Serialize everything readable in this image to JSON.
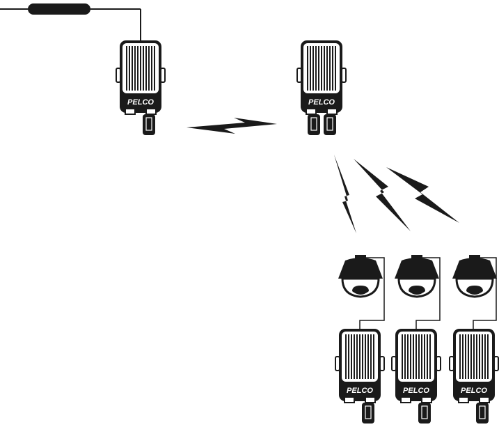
{
  "diagram": {
    "brand": "PELCO",
    "colors": {
      "ink": "#1a1a1a",
      "paper": "#ffffff"
    },
    "nodes": {
      "head_end": {
        "kind": "wireless-transceiver",
        "antennas": 1
      },
      "repeater": {
        "kind": "wireless-transceiver",
        "antennas": 2
      },
      "remotes": [
        {
          "kind": "wireless-transceiver",
          "antennas": 1,
          "camera": "dome-camera"
        },
        {
          "kind": "wireless-transceiver",
          "antennas": 1,
          "camera": "dome-camera"
        },
        {
          "kind": "wireless-transceiver",
          "antennas": 1,
          "camera": "dome-camera"
        }
      ]
    },
    "links": [
      {
        "from": "control-cable-connector",
        "to": "head_end",
        "type": "cable"
      },
      {
        "from": "head_end",
        "to": "repeater",
        "type": "wireless"
      },
      {
        "from": "repeater",
        "to": "remote-1",
        "type": "wireless"
      },
      {
        "from": "repeater",
        "to": "remote-2",
        "type": "wireless"
      },
      {
        "from": "repeater",
        "to": "remote-3",
        "type": "wireless"
      },
      {
        "from": "remote-1",
        "to": "camera-1",
        "type": "cable"
      },
      {
        "from": "remote-2",
        "to": "camera-2",
        "type": "cable"
      },
      {
        "from": "remote-3",
        "to": "camera-3",
        "type": "cable"
      }
    ]
  }
}
